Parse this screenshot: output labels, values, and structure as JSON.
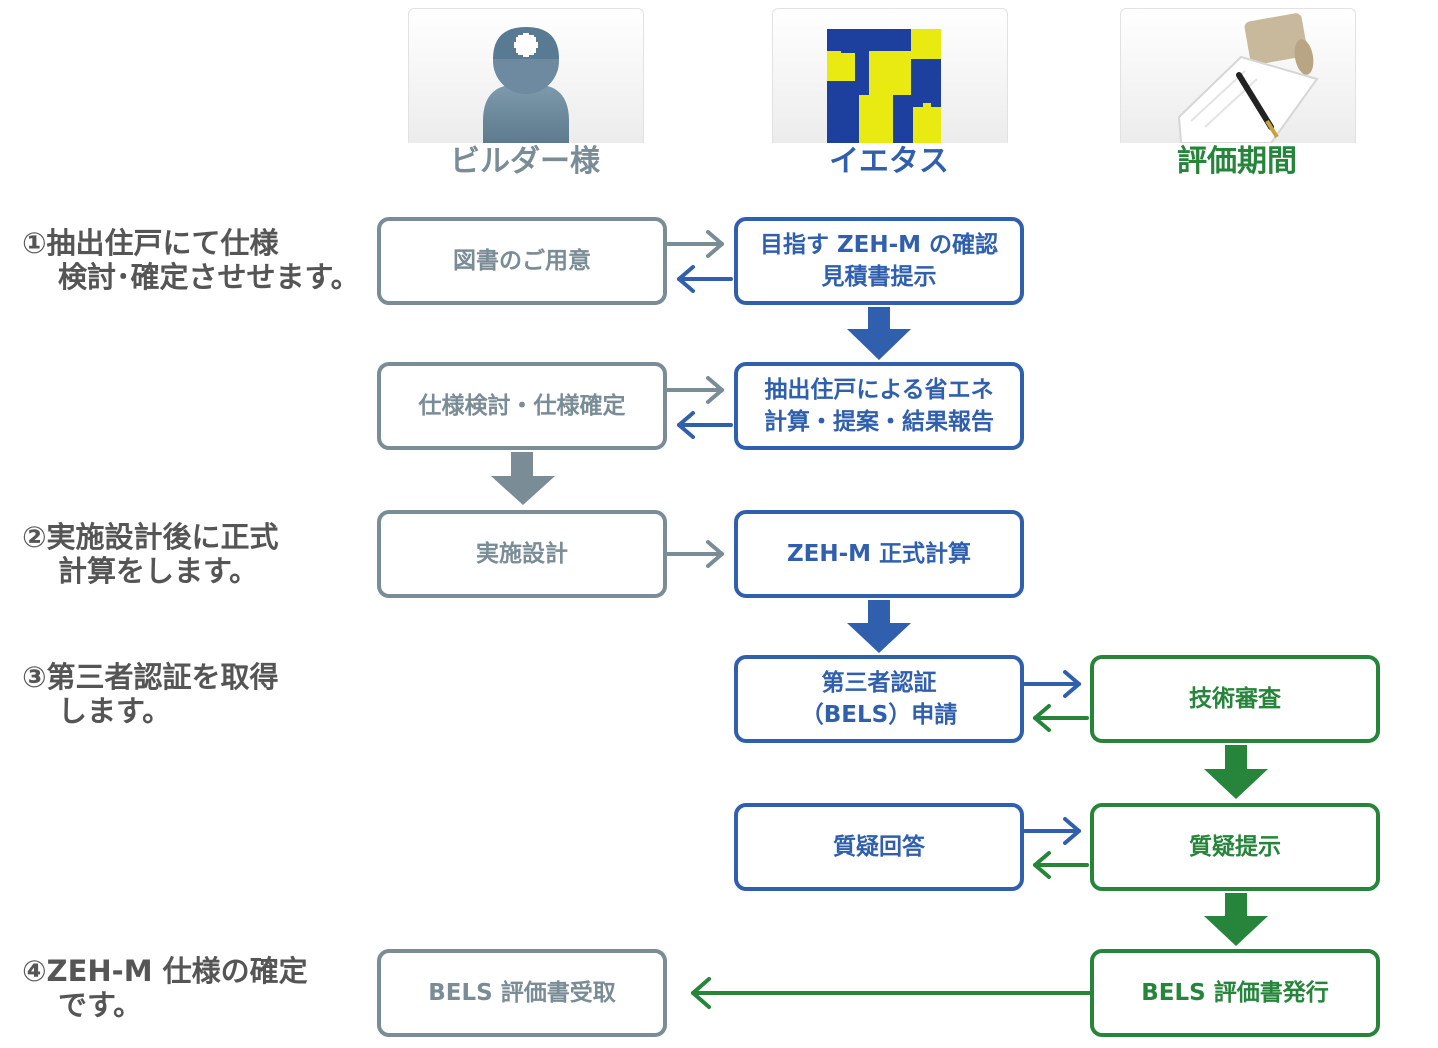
{
  "columns": [
    {
      "label": "ビルダー様",
      "icon": "builder-avatar-icon",
      "color": "#7a8c96"
    },
    {
      "label": "イエタス",
      "icon": "ietasu-logo-icon",
      "color": "#2f5fad"
    },
    {
      "label": "評価期間",
      "icon": "document-pen-icon",
      "color": "#26853a"
    }
  ],
  "steps": [
    {
      "line1": "①抽出住戸にて仕様",
      "line2": "検討･確定させせます。"
    },
    {
      "line1": "②実施設計後に正式",
      "line2": "計算をします。"
    },
    {
      "line1": "③第三者認証を取得",
      "line2": "します。"
    },
    {
      "line1": "④ZEH-M 仕様の確定",
      "line2": "です。"
    }
  ],
  "boxes": {
    "prepare_documents": {
      "line1": "図書のご用意"
    },
    "target_zeh_estimate": {
      "line1": "目指す ZEH-M の確認",
      "line2": "見積書提示"
    },
    "spec_review": {
      "line1": "仕様検討・仕様確定"
    },
    "energy_calc_report": {
      "line1": "抽出住戸による省エネ",
      "line2": "計算・提案・結果報告"
    },
    "detailed_design": {
      "line1": "実施設計"
    },
    "zeh_formal_calc": {
      "line1": "ZEH-M 正式計算"
    },
    "bels_application": {
      "line1": "第三者認証",
      "line2": "（BELS）申請"
    },
    "technical_review": {
      "line1": "技術審査"
    },
    "query_answer": {
      "line1": "質疑回答"
    },
    "query_presentation": {
      "line1": "質疑提示"
    },
    "bels_receipt": {
      "line1": "BELS 評価書受取"
    },
    "bels_issuance": {
      "line1": "BELS 評価書発行"
    }
  },
  "colors": {
    "builder": "#7a8c96",
    "ietasu": "#2f5fad",
    "evaluator": "#26853a",
    "step_text": "#555555"
  }
}
